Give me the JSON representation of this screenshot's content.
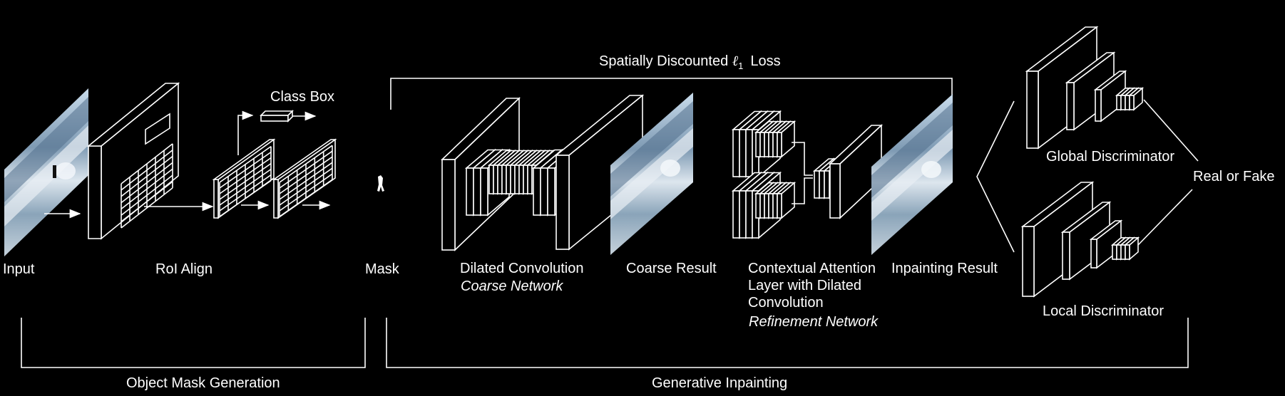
{
  "labels": {
    "input": "Input",
    "roi_align": "RoI Align",
    "class_box": "Class Box",
    "mask": "Mask",
    "dilated_conv": "Dilated Convolution",
    "coarse_network": "Coarse Network",
    "coarse_result": "Coarse Result",
    "ctx_attention_1": "Contextual Attention",
    "ctx_attention_2": "Layer with Dilated",
    "ctx_attention_3": "Convolution",
    "refinement_network": "Refinement Network",
    "inpainting_result": "Inpainting Result",
    "global_discriminator": "Global Discriminator",
    "local_discriminator": "Local Discriminator",
    "real_or_fake": "Real or Fake",
    "loss_prefix": "Spatially Discounted ",
    "loss_symbol": "ℓ",
    "loss_subscript": "1",
    "loss_suffix": "Loss",
    "object_mask_generation": "Object Mask Generation",
    "generative_inpainting": "Generative Inpainting"
  },
  "colors": {
    "background": "#000000",
    "stroke": "#ffffff",
    "sky": "#b9d3e8",
    "mountain": "#52708c",
    "snow": "#e8eef4",
    "water": "#6f8fa8"
  }
}
